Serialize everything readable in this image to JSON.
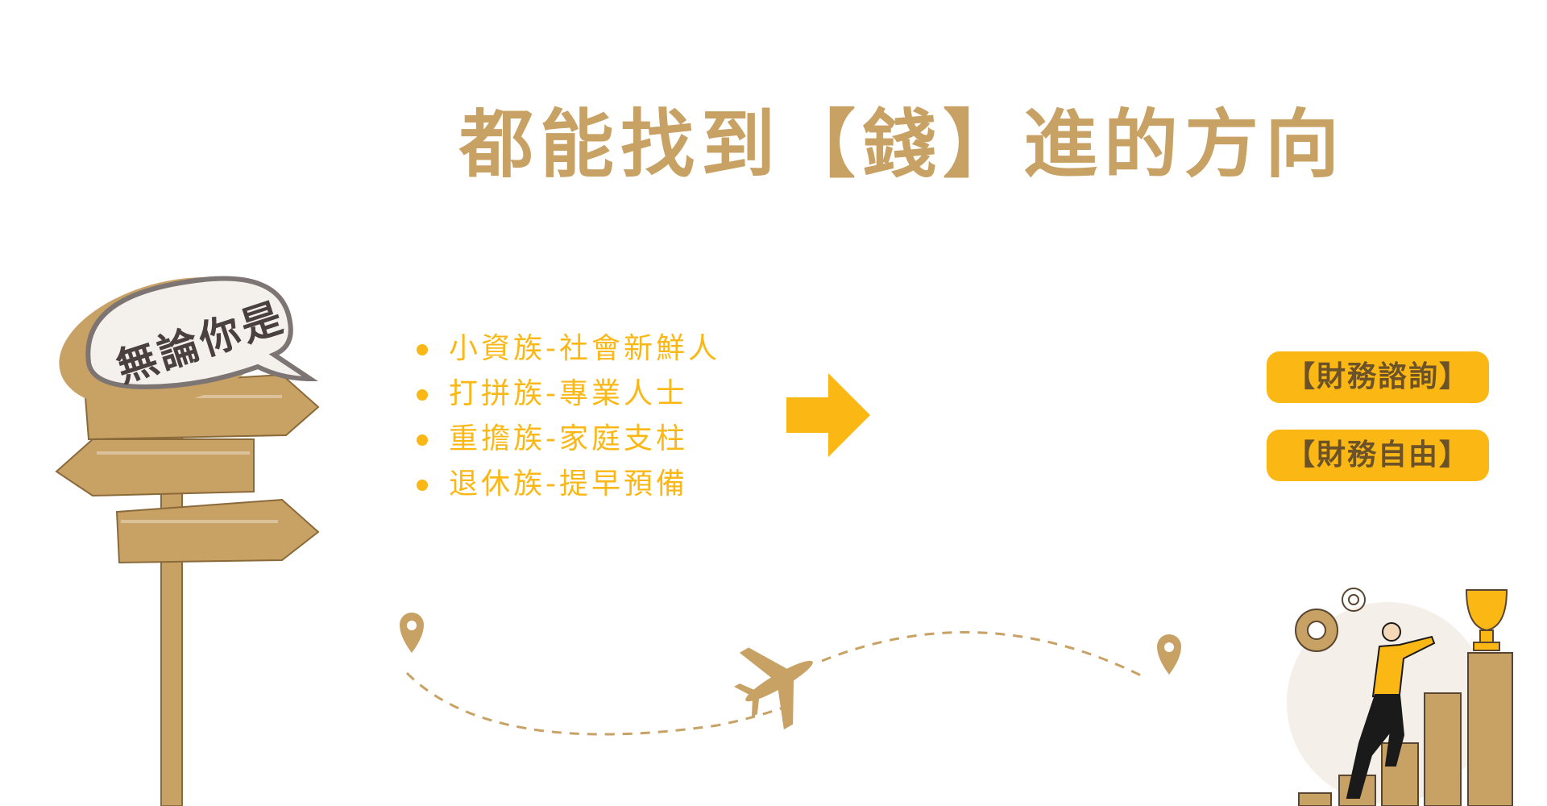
{
  "title": "都能找到【錢】進的方向",
  "bubble_text": "無論你是",
  "audience_list": [
    "小資族-社會新鮮人",
    "打拼族-專業人士",
    "重擔族-家庭支柱",
    "退休族-提早預備"
  ],
  "buttons": {
    "consult": "【財務諮詢】",
    "freedom": "【財務自由】"
  },
  "colors": {
    "title": "#c8a165",
    "accent": "#fbb714",
    "button_text": "#6b5228"
  }
}
